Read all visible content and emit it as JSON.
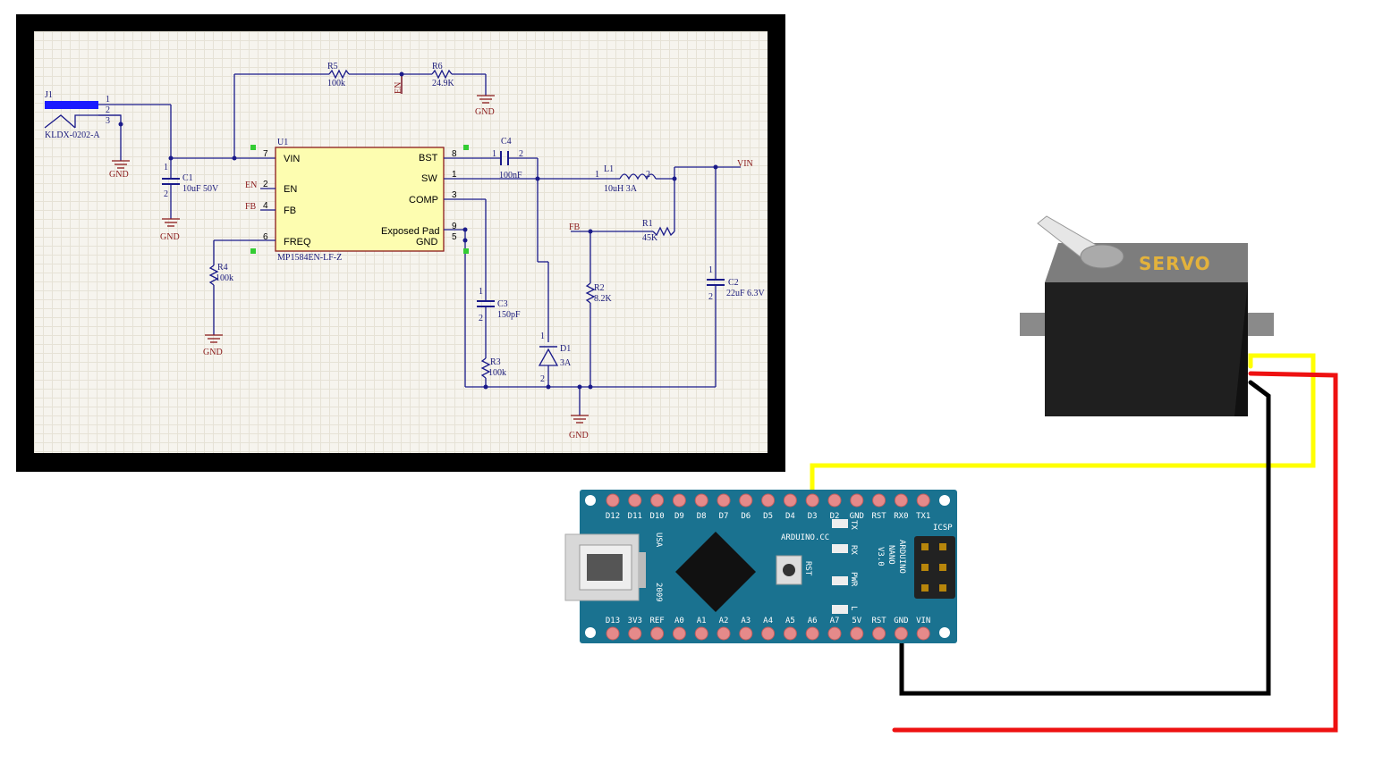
{
  "schematic": {
    "connector": {
      "ref": "J1",
      "part": "KLDX-0202-A",
      "pins": [
        "1",
        "2",
        "3"
      ]
    },
    "ic": {
      "ref": "U1",
      "part": "MP1584EN-LF-Z",
      "left_pins": [
        {
          "num": "7",
          "name": "VIN"
        },
        {
          "num": "2",
          "name": "EN"
        },
        {
          "num": "4",
          "name": "FB"
        },
        {
          "num": "6",
          "name": "FREQ"
        }
      ],
      "right_pins": [
        {
          "num": "8",
          "name": "BST"
        },
        {
          "num": "1",
          "name": "SW"
        },
        {
          "num": "3",
          "name": "COMP"
        },
        {
          "num": "9",
          "name": "Exposed Pad"
        },
        {
          "num": "5",
          "name": "GND"
        }
      ]
    },
    "components": {
      "R5": {
        "ref": "R5",
        "value": "100k"
      },
      "R6": {
        "ref": "R6",
        "value": "24.9K"
      },
      "C1": {
        "ref": "C1",
        "value": "10uF 50V"
      },
      "C4": {
        "ref": "C4",
        "value": "100nF"
      },
      "L1": {
        "ref": "L1",
        "value": "10uH 3A"
      },
      "R1": {
        "ref": "R1",
        "value": "45K"
      },
      "R2": {
        "ref": "R2",
        "value": "8.2K"
      },
      "C2": {
        "ref": "C2",
        "value": "22uF 6.3V"
      },
      "C3": {
        "ref": "C3",
        "value": "150pF"
      },
      "R3": {
        "ref": "R3",
        "value": "100k"
      },
      "R4": {
        "ref": "R4",
        "value": "100k"
      },
      "D1": {
        "ref": "D1",
        "value": "3A"
      }
    },
    "nets": {
      "gnd": "GND",
      "en": "EN",
      "fb": "FB",
      "vin": "VIN"
    },
    "pin_nums": {
      "one": "1",
      "two": "2"
    }
  },
  "arduino": {
    "top_pins": [
      "D12",
      "D11",
      "D10",
      "D9",
      "D8",
      "D7",
      "D6",
      "D5",
      "D4",
      "D3",
      "D2",
      "GND",
      "RST",
      "RX0",
      "TX1"
    ],
    "bottom_pins": [
      "D13",
      "3V3",
      "REF",
      "A0",
      "A1",
      "A2",
      "A3",
      "A4",
      "A5",
      "A6",
      "A7",
      "5V",
      "RST",
      "GND",
      "VIN"
    ],
    "brand": "ARDUINO.CC",
    "model_lines": [
      "ARDUINO",
      "NANO",
      "V3.0"
    ],
    "icsp": "ICSP",
    "usa": "USA",
    "year": "2009",
    "rst_button": "RST",
    "leds": [
      "TX",
      "RX",
      "PWR",
      "L"
    ]
  },
  "servo": {
    "label": "SERVO",
    "body_color": "#1f1f1f",
    "label_color": "#e3b23c"
  },
  "wires": {
    "signal": "#ffff00",
    "power": "#ee1111",
    "ground": "#000000"
  }
}
